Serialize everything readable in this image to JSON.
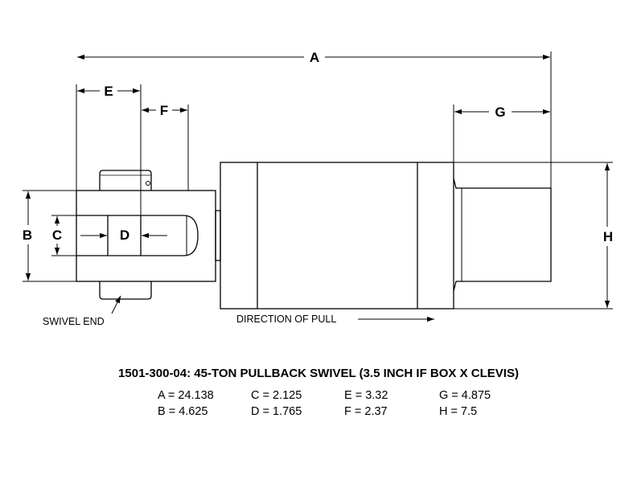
{
  "labels": {
    "A": "A",
    "B": "B",
    "C": "C",
    "D": "D",
    "E": "E",
    "F": "F",
    "G": "G",
    "H": "H"
  },
  "notes": {
    "swivel_end": "SWIVEL END",
    "direction": "DIRECTION OF PULL"
  },
  "title": "1501-300-04: 45-TON PULLBACK SWIVEL (3.5 INCH IF BOX X CLEVIS)",
  "dimensions": [
    "A = 24.138",
    "C = 2.125",
    "E = 3.32",
    "G = 4.875",
    "B = 4.625",
    "D = 1.765",
    "F = 2.37",
    "H = 7.5"
  ]
}
